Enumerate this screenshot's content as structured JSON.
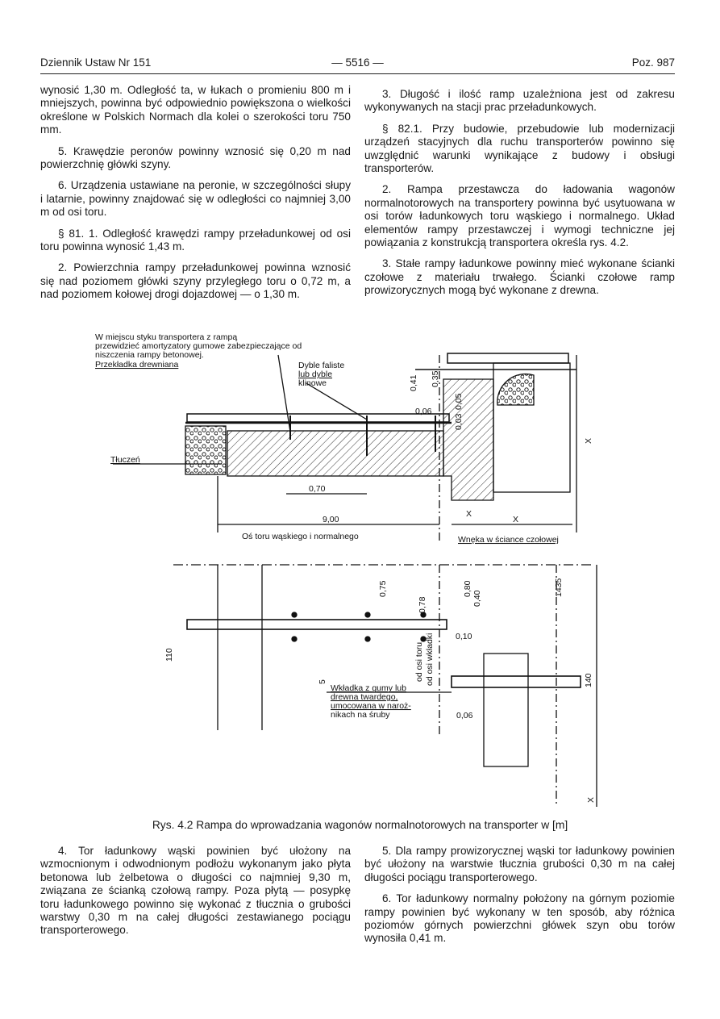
{
  "header": {
    "left": "Dziennik Ustaw Nr 151",
    "center": "— 5516 —",
    "right": "Poz. 987"
  },
  "top_left": [
    "wynosić 1,30 m. Odległość ta, w łukach o promieniu 800 m i mniejszych, powinna być odpowiednio powiększona o wielkości określone w Polskich Normach dla kolei o szerokości toru 750 mm.",
    "5. Krawędzie peronów powinny wznosić się 0,20 m nad powierzchnię główki szyny.",
    "6. Urządzenia ustawiane na peronie, w szczególności słupy i latarnie, powinny znajdować się w odległości co najmniej 3,00 m od osi toru.",
    "§ 81. 1. Odległość krawędzi rampy przeładunkowej od osi toru powinna wynosić 1,43 m.",
    "2. Powierzchnia rampy przeładunkowej powinna wznosić się nad poziomem główki szyny przyległego toru o 0,72 m, a nad poziomem kołowej drogi dojazdowej — o 1,30 m."
  ],
  "top_right": [
    "3. Długość i ilość ramp uzależniona jest od zakresu wykonywanych na stacji prac przeładunkowych.",
    "§ 82.1. Przy budowie, przebudowie lub modernizacji urządzeń stacyjnych dla ruchu transporterów powinno się uwzględnić warunki wynikające z budowy i obsługi transporterów.",
    "2. Rampa przestawcza do ładowania wagonów normalnotorowych na transportery powinna być usytuowana w osi torów ładunkowych toru wąskiego i normalnego. Układ elementów rampy przestawczej i wymogi techniczne jej powiązania z konstrukcją transportera określa rys. 4.2.",
    "3. Stałe rampy ładunkowe powinny mieć wykonane ścianki czołowe z materiału trwałego. Ścianki czołowe ramp prowizorycznych mogą być wykonane z drewna."
  ],
  "figure": {
    "labels": {
      "amort_1": "W miejscu styku transportera z rampą",
      "amort_2": "przewidzieć amortyzatory gumowe zabezpieczające od",
      "amort_3": "niszczenia rampy betonowej.",
      "przekladka": "Przekładka drewniana",
      "dyble_1": "Dyble faliste",
      "dyble_2": "lub dyble",
      "dyble_3": "klinowe",
      "tluczen": "Tłuczeń",
      "os_toru": "Oś toru wąskiego i normalnego",
      "wneka": "Wnęka w ściance czołowej",
      "wkladka_1": "Wkładka z gumy lub",
      "wkladka_2": "drewna twardego,",
      "wkladka_3": "umocowana w naroż-",
      "wkladka_4": "nikach na śruby",
      "od_osi_toru": "od osi toru",
      "od_osi_wkladki": "od osi wkładki"
    },
    "dims": {
      "d041": "0,41",
      "d035": "0,35",
      "d006": "0,06",
      "d005": "0,05",
      "d003": "0,03",
      "d070": "0,70",
      "d900": "9,00",
      "x": "X",
      "d075": "0,75",
      "d078": "0,78",
      "d080": "0,80",
      "d040": "0,40",
      "d1435": "1435",
      "d010": "0,10",
      "d110": "110",
      "d140": "140",
      "d5": "5",
      "d006b": "0,06"
    }
  },
  "caption": "Rys. 4.2 Rampa do wprowadzania wagonów normalnotorowych na transporter w [m]",
  "bottom_left": [
    "4. Tor ładunkowy wąski powinien być ułożony na wzmocnionym i odwodnionym podłożu wykonanym jako płyta betonowa lub żelbetowa o długości co najmniej 9,30 m, związana ze ścianką czołową rampy. Poza płytą — posypkę toru ładunkowego powinno się wykonać z tłucznia o grubości warstwy 0,30 m na całej długości zestawianego pociągu transporterowego."
  ],
  "bottom_right": [
    "5. Dla rampy prowizorycznej wąski tor ładunkowy powinien być ułożony na warstwie tłucznia grubości 0,30 m na całej długości pociągu transporterowego.",
    "6. Tor ładunkowy normalny położony na górnym poziomie rampy powinien być wykonany w ten sposób, aby różnica poziomów górnych powierzchni główek szyn obu torów wynosiła 0,41 m."
  ]
}
